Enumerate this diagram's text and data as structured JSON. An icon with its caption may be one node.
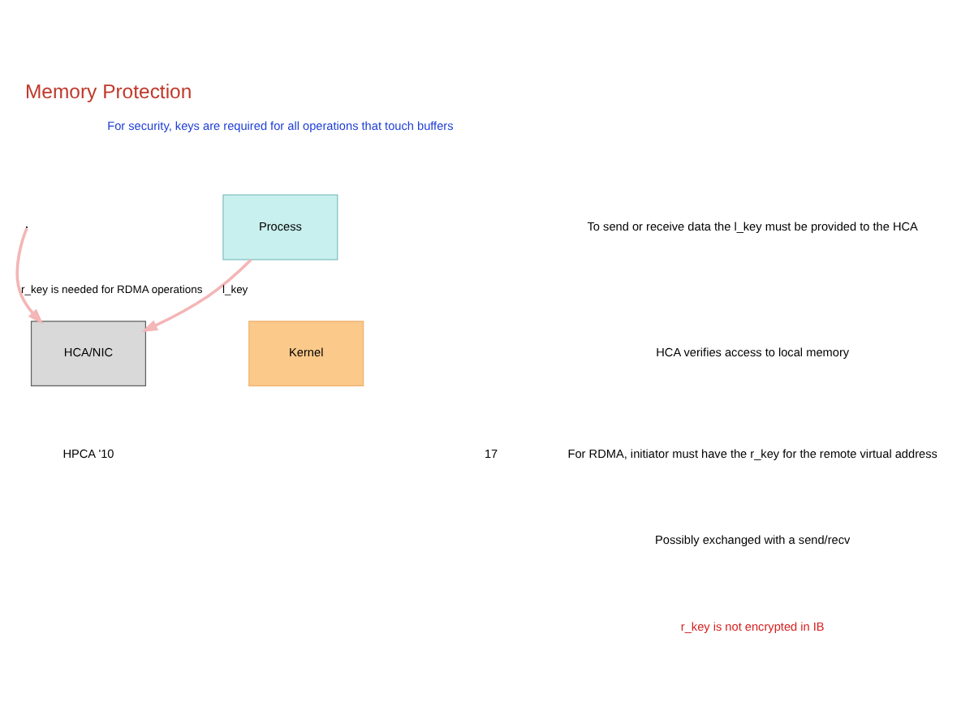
{
  "diagram": {
    "title": "Memory Protection",
    "nodes": [
      {
        "text": [
          "Process"
        ]
      },
      {
        "text": [
          "Kernel"
        ]
      },
      {
        "text": [
          "HCA/NIC"
        ]
      }
    ],
    "edges": [
      {
        "from": 0,
        "to": 2,
        "arrow": "to",
        "label": "l_key"
      },
      {
        "from": null,
        "to": 2,
        "arrow": "to",
        "label": "r_key is needed for RDMA operations"
      }
    ],
    "labels": [
      "For security, keys are required for all operations that touch buffers",
      "To send or receive data the l_key must be provided to the HCA",
      "HCA verifies access to local memory",
      "For RDMA, initiator must have the r_key for the remote virtual address",
      "Possibly exchanged with a send/recv",
      "r_key is not encrypted in IB",
      "HPCA '10",
      "17"
    ]
  }
}
